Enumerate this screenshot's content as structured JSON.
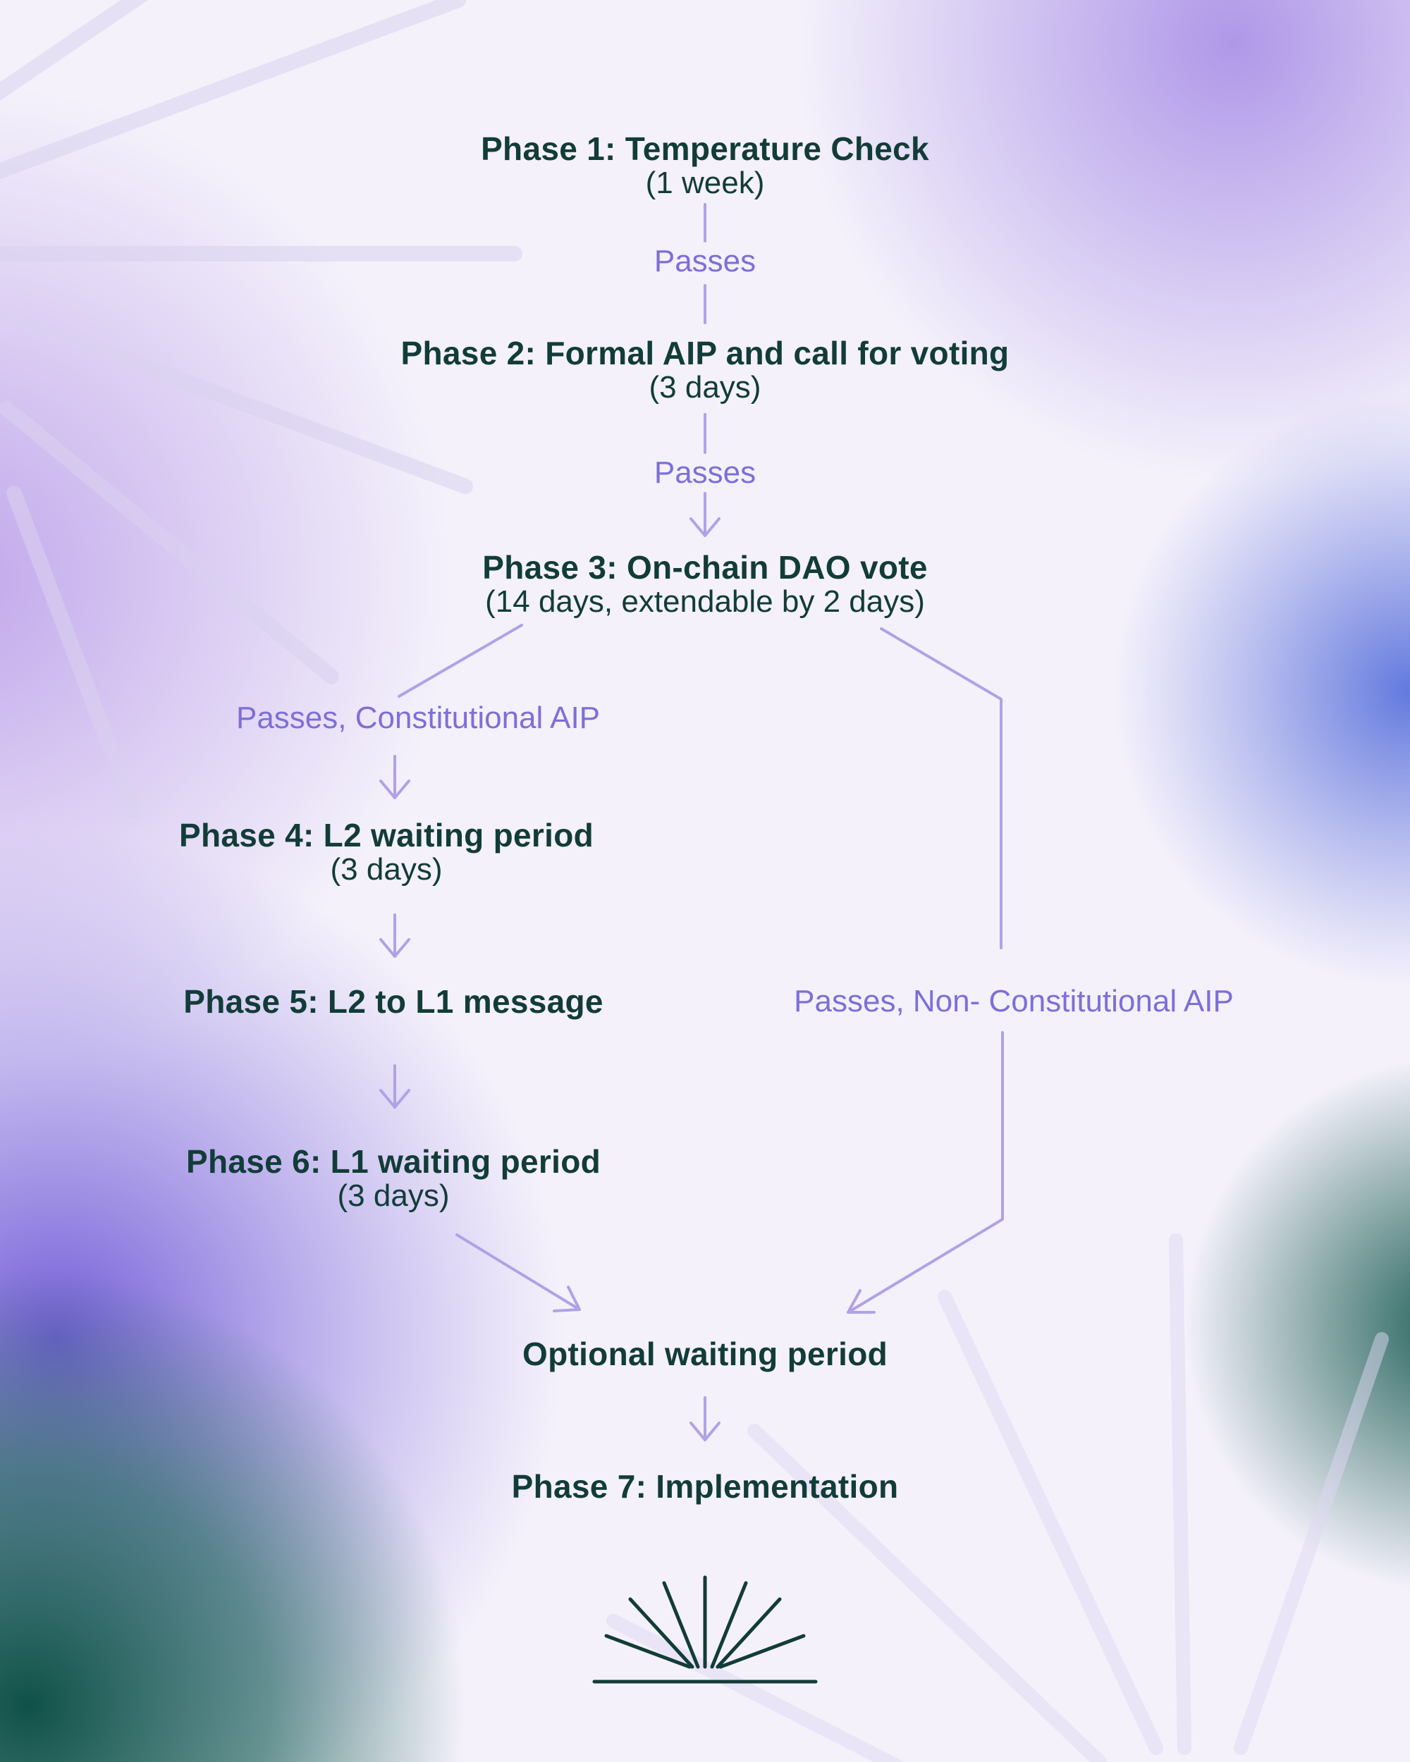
{
  "colors": {
    "text": "#123c38",
    "edge_label": "#7d6fd8",
    "line": "#b0a2e6",
    "background": "#f4f1fb"
  },
  "icons": {
    "logo": "sunrise-rays-icon"
  },
  "nodes": {
    "phase1": {
      "title": "Phase 1: Temperature Check",
      "sub": "(1 week)"
    },
    "phase2": {
      "title": "Phase 2: Formal AIP and call for voting",
      "sub": "(3 days)"
    },
    "phase3": {
      "title": "Phase 3: On-chain DAO vote",
      "sub": "(14 days, extendable by 2 days)"
    },
    "phase4": {
      "title": "Phase 4: L2 waiting period",
      "sub": "(3 days)"
    },
    "phase5": {
      "title": "Phase 5: L2 to L1 message"
    },
    "phase6": {
      "title": "Phase 6: L1 waiting period",
      "sub": "(3 days)"
    },
    "optional": {
      "title": "Optional waiting period"
    },
    "phase7": {
      "title": "Phase 7: Implementation"
    }
  },
  "edges": {
    "p1_p2": "Passes",
    "p2_p3": "Passes",
    "constitutional": "Passes, Constitutional AIP",
    "non_constitutional": "Passes, Non- Constitutional AIP"
  }
}
